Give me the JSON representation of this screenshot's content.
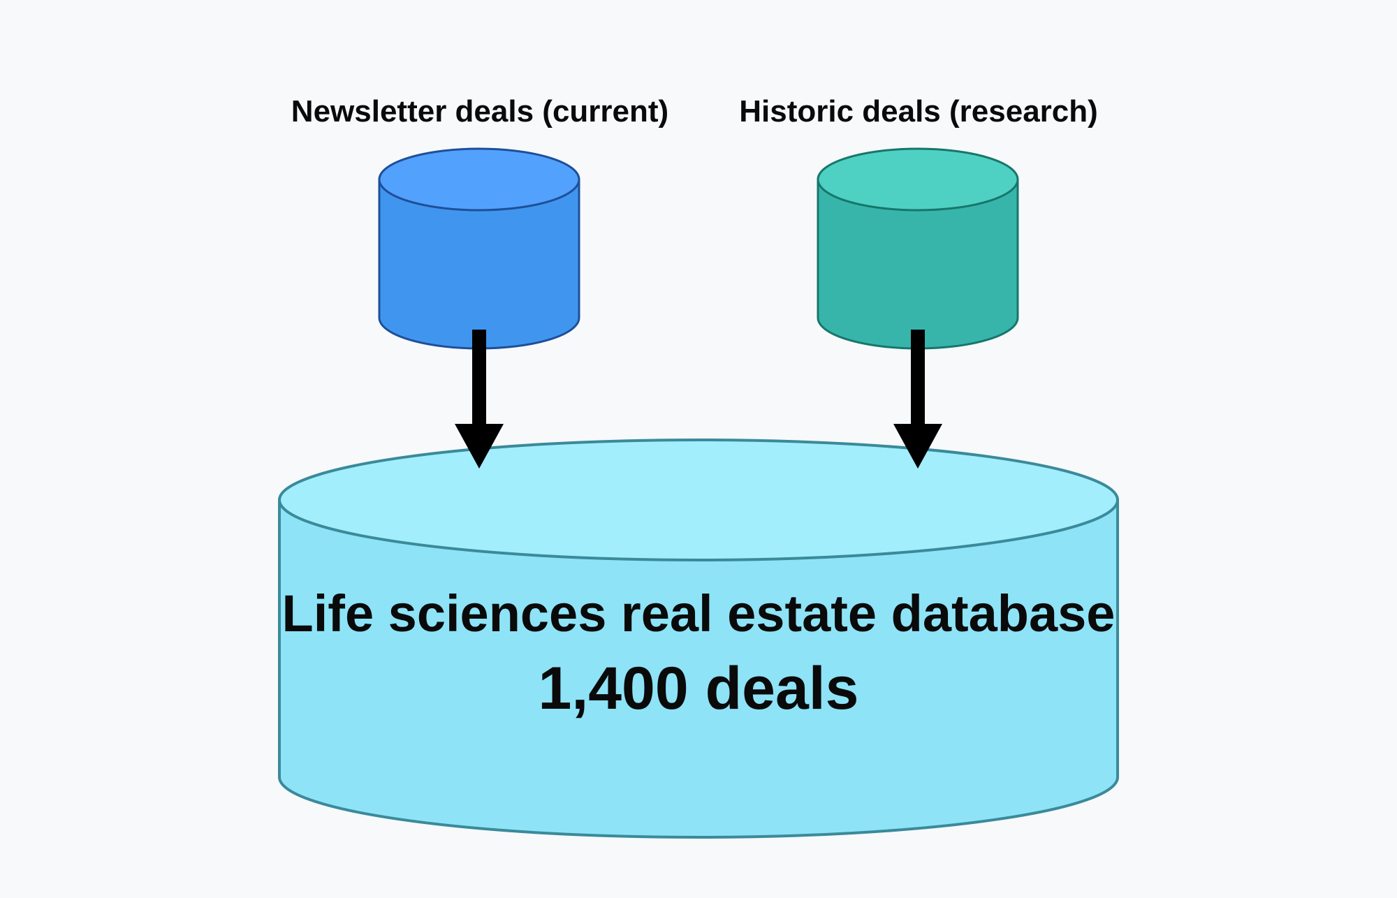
{
  "sources": [
    {
      "label": "Newsletter deals (current)",
      "colors": {
        "body": "#4096ee",
        "top": "#52a1fd",
        "stroke": "#1e4f9a"
      }
    },
    {
      "label": "Historic deals (research)",
      "colors": {
        "body": "#38b5ab",
        "top": "#4ed1c2",
        "stroke": "#17766b"
      }
    }
  ],
  "target": {
    "title": "Life sciences real estate database",
    "count": "1,400 deals",
    "colors": {
      "body": "#8ee3f7",
      "top": "#a3eefd",
      "stroke": "#3a8a9a"
    }
  },
  "arrow_color": "#000000",
  "background": "#f7f9fb"
}
